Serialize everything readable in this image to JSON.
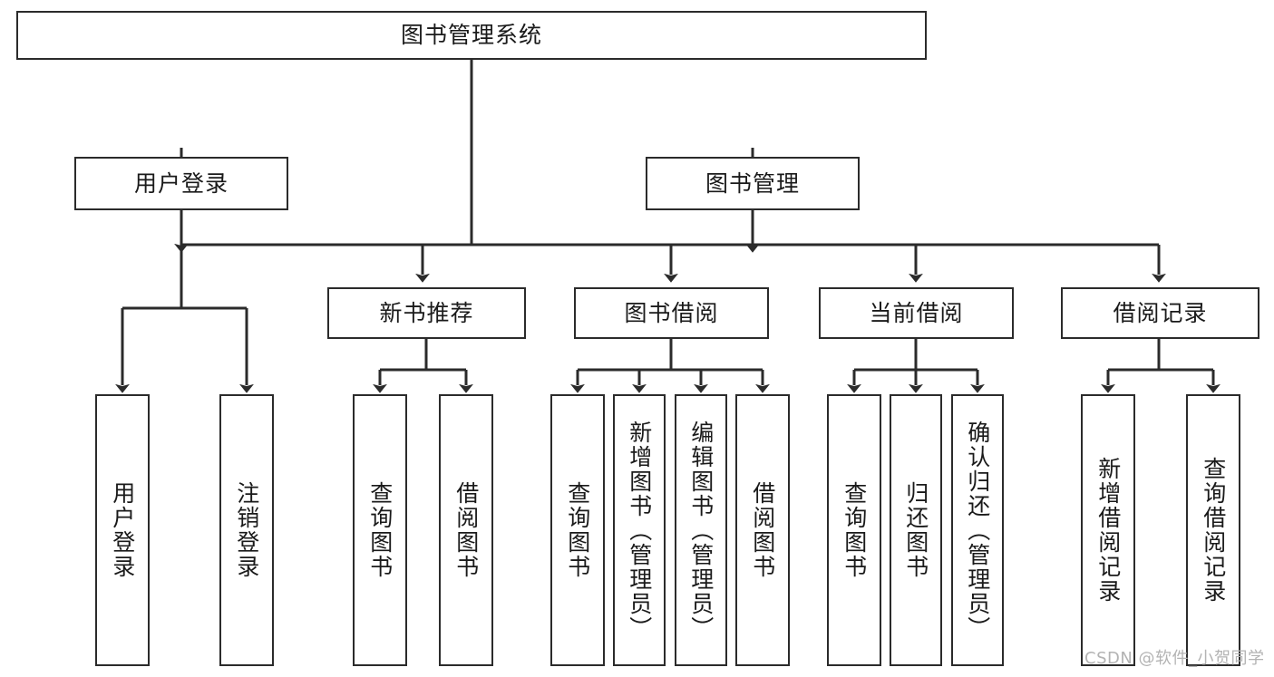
{
  "diagram": {
    "title": "图书管理系统",
    "watermark": "CSDN @软件_小贺同学",
    "line_color": "#2b2b2b",
    "box_fill": "#ffffff",
    "text_color": "#1a1a1a",
    "watermark_color": "#b3b3b3"
  },
  "nodes": {
    "root": {
      "label": "图书管理系统",
      "level": 1,
      "orientation": "horizontal"
    },
    "user_login": {
      "label": "用户登录",
      "level": 2,
      "orientation": "horizontal"
    },
    "book_manage": {
      "label": "图书管理",
      "level": 2,
      "orientation": "horizontal"
    },
    "new_book_rec": {
      "label": "新书推荐",
      "level": 3,
      "orientation": "horizontal"
    },
    "book_borrow": {
      "label": "图书借阅",
      "level": 3,
      "orientation": "horizontal"
    },
    "current_borrow": {
      "label": "当前借阅",
      "level": 3,
      "orientation": "horizontal"
    },
    "borrow_record": {
      "label": "借阅记录",
      "level": 3,
      "orientation": "horizontal"
    },
    "leaf_user_login": {
      "label": "用户登录",
      "level": 4,
      "orientation": "vertical"
    },
    "leaf_logout": {
      "label": "注销登录",
      "level": 4,
      "orientation": "vertical"
    },
    "leaf_query_book_1": {
      "label": "查询图书",
      "level": 4,
      "orientation": "vertical"
    },
    "leaf_borrow_book_1": {
      "label": "借阅图书",
      "level": 4,
      "orientation": "vertical"
    },
    "leaf_query_book_2": {
      "label": "查询图书",
      "level": 4,
      "orientation": "vertical"
    },
    "leaf_add_book": {
      "label": "新增图书（管理员）",
      "level": 4,
      "orientation": "vertical"
    },
    "leaf_edit_book": {
      "label": "编辑图书（管理员）",
      "level": 4,
      "orientation": "vertical"
    },
    "leaf_borrow_book_2": {
      "label": "借阅图书",
      "level": 4,
      "orientation": "vertical"
    },
    "leaf_query_book_3": {
      "label": "查询图书",
      "level": 4,
      "orientation": "vertical"
    },
    "leaf_return_book": {
      "label": "归还图书",
      "level": 4,
      "orientation": "vertical"
    },
    "leaf_confirm_return": {
      "label": "确认归还（管理员）",
      "level": 4,
      "orientation": "vertical"
    },
    "leaf_add_record": {
      "label": "新增借阅记录",
      "level": 4,
      "orientation": "vertical"
    },
    "leaf_query_record": {
      "label": "查询借阅记录",
      "level": 4,
      "orientation": "vertical"
    }
  },
  "hierarchy": {
    "图书管理系统": [
      "用户登录",
      "图书管理"
    ],
    "用户登录": [
      "用户登录",
      "注销登录"
    ],
    "图书管理": [
      "新书推荐",
      "图书借阅",
      "当前借阅",
      "借阅记录"
    ],
    "新书推荐": [
      "查询图书",
      "借阅图书"
    ],
    "图书借阅": [
      "查询图书",
      "新增图书（管理员）",
      "编辑图书（管理员）",
      "借阅图书"
    ],
    "当前借阅": [
      "查询图书",
      "归还图书",
      "确认归还（管理员）"
    ],
    "借阅记录": [
      "新增借阅记录",
      "查询借阅记录"
    ]
  }
}
